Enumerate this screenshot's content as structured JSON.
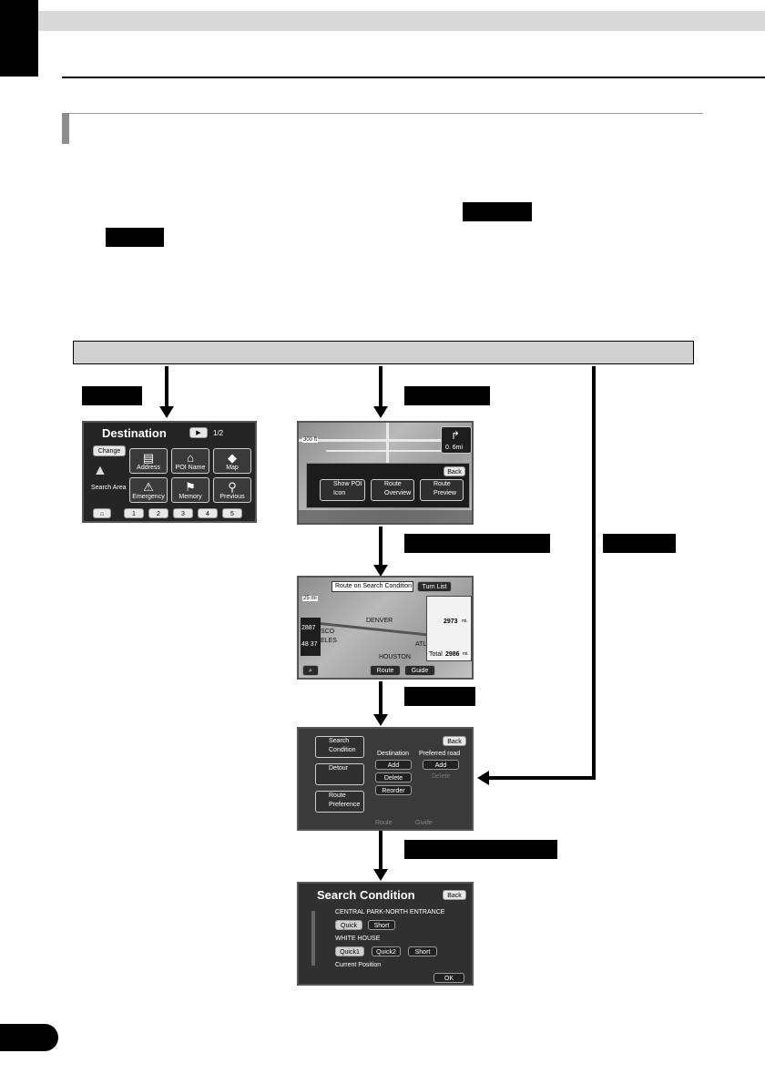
{
  "destination_screen": {
    "title": "Destination",
    "page": "1/2",
    "change": "Change",
    "search_area": "Search Area",
    "tiles": [
      "Address",
      "POI Name",
      "Map",
      "Emergency",
      "Memory",
      "Previous"
    ],
    "presets": [
      "1",
      "2",
      "3",
      "4",
      "5"
    ]
  },
  "map_menu_screen": {
    "scale": "300 ft",
    "distance": "0. 6mi",
    "back": "Back",
    "buttons": [
      "Show POI Icon",
      "Route Overview",
      "Route Preview"
    ]
  },
  "route_overview_screen": {
    "title": "Route on Search Condition",
    "turn_list": "Turn List",
    "scale": "25 mi",
    "cities": [
      "DENVER",
      "SCO",
      "ELES",
      "HOUSTON",
      "ATL"
    ],
    "left_readout_1": "2887",
    "left_readout_2": "48 37",
    "leg_distance": "2973",
    "total_label": "Total",
    "total_distance": "2986",
    "unit": "mi.",
    "route": "Route",
    "guide": "Guide"
  },
  "route_menu_screen": {
    "back": "Back",
    "search_condition": "Search Condition",
    "detour": "Detour",
    "route_preference": "Route Preference",
    "destination_label": "Destination",
    "preferred_road_label": "Preferred road",
    "add": "Add",
    "delete": "Delete",
    "reorder": "Reorder",
    "add_road": "Add",
    "delete_road": "Delete",
    "footer_route": "Route",
    "footer_guide": "Guide"
  },
  "search_condition_screen": {
    "title": "Search Condition",
    "back": "Back",
    "stop_1": "CENTRAL PARK-NORTH ENTRANCE",
    "stop_1_options": [
      "Quick",
      "Short"
    ],
    "stop_2": "WHITE HOUSE",
    "stop_2_options": [
      "Quick1",
      "Quick2",
      "Short"
    ],
    "origin": "Current Position",
    "ok": "OK"
  }
}
